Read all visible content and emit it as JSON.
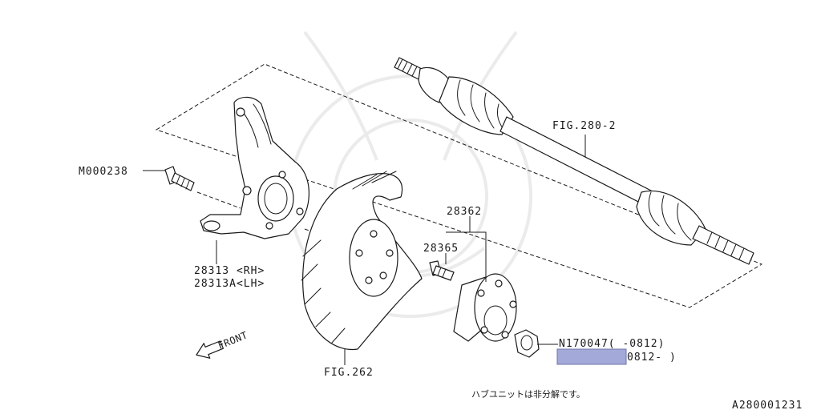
{
  "labels": {
    "fig_280_2": "FIG.280-2",
    "m000238": "M000238",
    "p28362": "28362",
    "p28365": "28365",
    "p28313_rh": "28313 <RH>",
    "p28313a_lh": "28313A<LH>",
    "front": "FRONT",
    "n170047": "N170047( -0812)",
    "n170047_new": "0812- )",
    "fig_262": "FIG.262",
    "hub_note": "ハブユニットは非分解です。",
    "diagram_id": "A280001231"
  },
  "colors": {
    "line": "#1a1a1a",
    "highlight_fill": "#a3a9d8",
    "highlight_stroke": "#6f74a8",
    "watermark": "#ebebeb"
  }
}
